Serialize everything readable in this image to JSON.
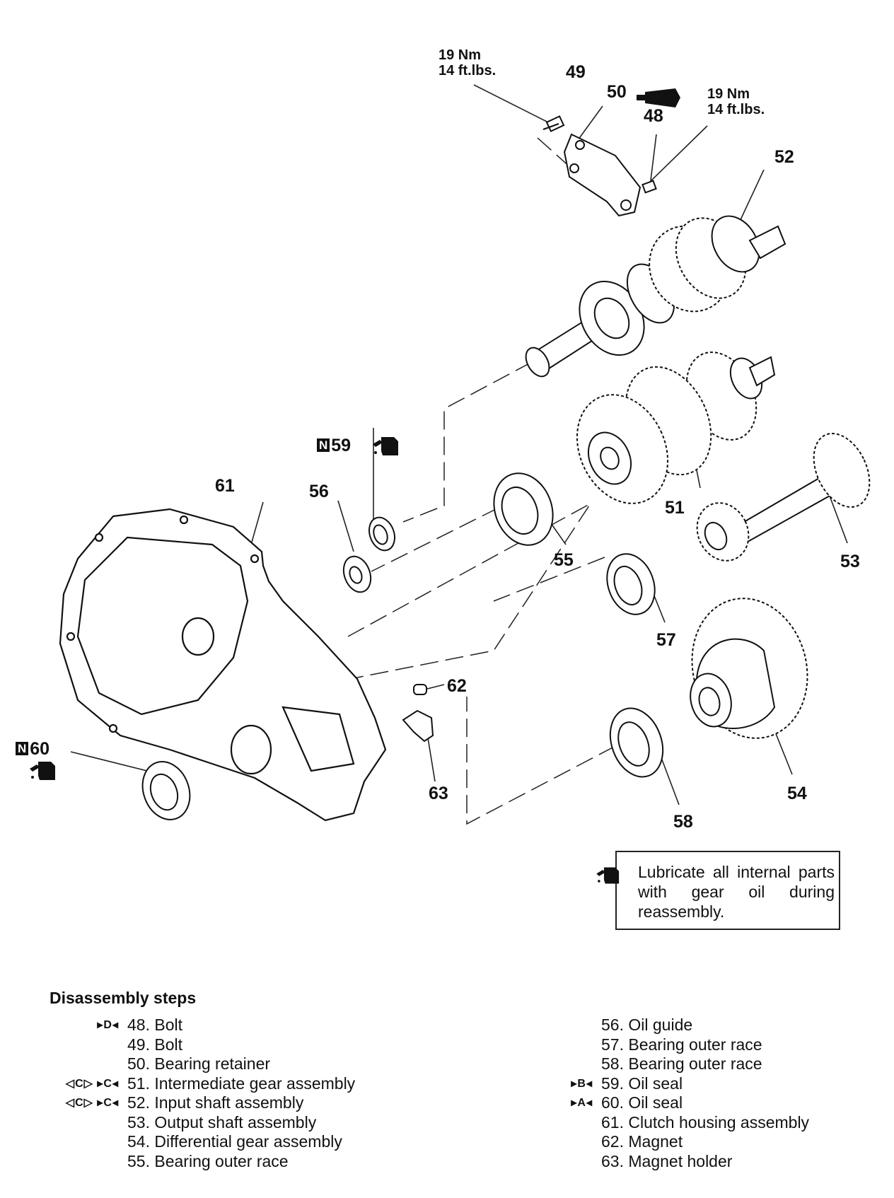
{
  "callouts": {
    "c48": "48",
    "c49": "49",
    "c50": "50",
    "c51": "51",
    "c52": "52",
    "c53": "53",
    "c54": "54",
    "c55": "55",
    "c56": "56",
    "c57": "57",
    "c58": "58",
    "c59": "59",
    "c60": "60",
    "c61": "61",
    "c62": "62",
    "c63": "63"
  },
  "new_part_badge": "N",
  "torque_49": {
    "nm": "19 Nm",
    "ftlbs": "14 ft.lbs."
  },
  "torque_48": {
    "nm": "19 Nm",
    "ftlbs": "14 ft.lbs."
  },
  "note": {
    "icon": "oil-can-icon",
    "text": "Lubricate all internal parts with gear oil during reassembly."
  },
  "steps_title": "Disassembly steps",
  "steps_left": [
    {
      "num": "48.",
      "text": "Bolt",
      "marks": "▸D◂"
    },
    {
      "num": "49.",
      "text": "Bolt",
      "marks": ""
    },
    {
      "num": "50.",
      "text": "Bearing retainer",
      "marks": ""
    },
    {
      "num": "51.",
      "text": "Intermediate gear assembly",
      "marks": "◁C▷ ▸C◂"
    },
    {
      "num": "52.",
      "text": "Input shaft assembly",
      "marks": "◁C▷ ▸C◂"
    },
    {
      "num": "53.",
      "text": "Output shaft assembly",
      "marks": ""
    },
    {
      "num": "54.",
      "text": "Differential gear assembly",
      "marks": ""
    },
    {
      "num": "55.",
      "text": "Bearing outer race",
      "marks": ""
    }
  ],
  "steps_right": [
    {
      "num": "56.",
      "text": "Oil guide",
      "marks": ""
    },
    {
      "num": "57.",
      "text": "Bearing outer race",
      "marks": ""
    },
    {
      "num": "58.",
      "text": "Bearing outer race",
      "marks": ""
    },
    {
      "num": "59.",
      "text": "Oil seal",
      "marks": "▸B◂"
    },
    {
      "num": "60.",
      "text": "Oil seal",
      "marks": "▸A◂"
    },
    {
      "num": "61.",
      "text": "Clutch housing assembly",
      "marks": ""
    },
    {
      "num": "62.",
      "text": "Magnet",
      "marks": ""
    },
    {
      "num": "63.",
      "text": "Magnet holder",
      "marks": ""
    }
  ]
}
